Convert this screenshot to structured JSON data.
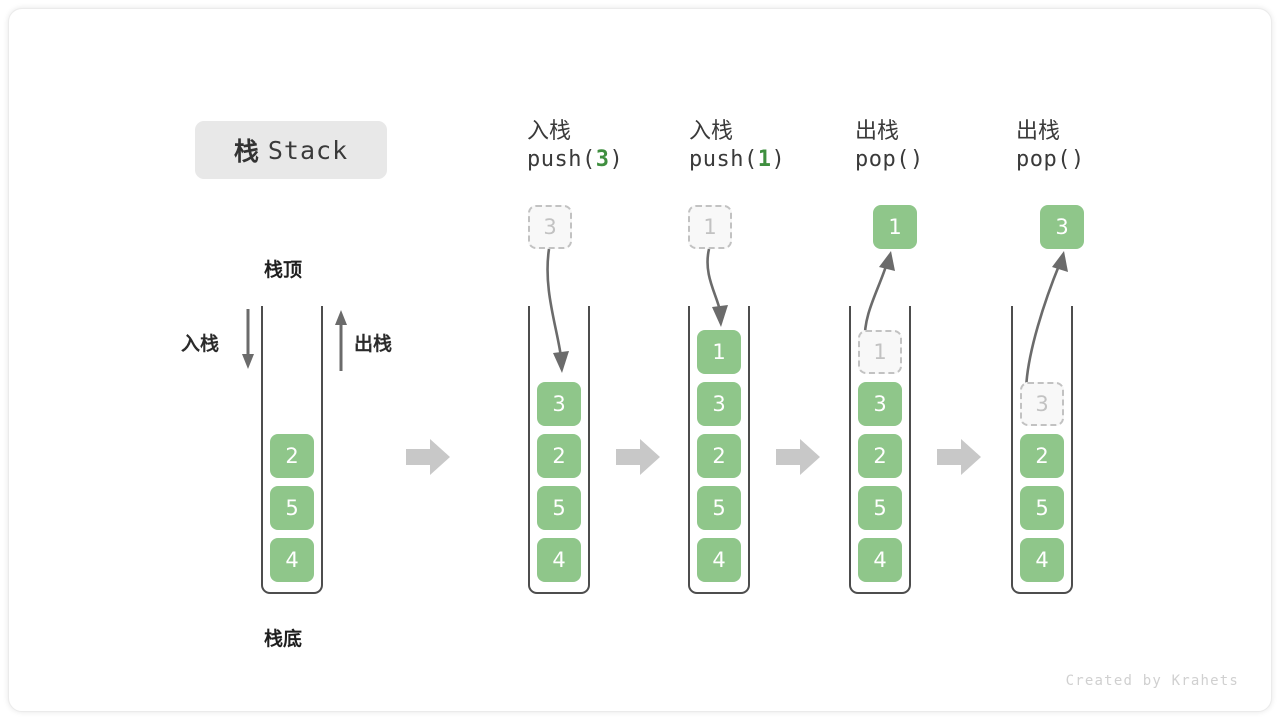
{
  "title": {
    "cn": "栈",
    "en": "Stack"
  },
  "labels": {
    "top": "栈顶",
    "bottom": "栈底",
    "push_side": "入栈",
    "pop_side": "出栈"
  },
  "colors": {
    "cell_fill": "#8fc68a",
    "cell_text": "#ffffff",
    "ghost_fill": "#f8f8f8",
    "ghost_border": "#c2c2c2",
    "ghost_text": "#c2c2c2",
    "container_border": "#4d4d4d",
    "step_arrow": "#c8c8c8",
    "curve_arrow": "#6b6b6b",
    "accent_arg": "#3f8f3f",
    "title_pill_bg": "#e8e8e8"
  },
  "columns": [
    {
      "id": "initial",
      "header_cn": "",
      "header_code": "",
      "header_arg": "",
      "stack": [
        "2",
        "5",
        "4"
      ],
      "ghost_in_stack": null,
      "floating": null
    },
    {
      "id": "push-3",
      "header_cn": "入栈",
      "header_code_prefix": "push(",
      "header_arg": "3",
      "header_code_suffix": ")",
      "stack": [
        "3",
        "2",
        "5",
        "4"
      ],
      "ghost_in_stack": null,
      "floating": {
        "value": "3",
        "style": "ghost"
      }
    },
    {
      "id": "push-1",
      "header_cn": "入栈",
      "header_code_prefix": "push(",
      "header_arg": "1",
      "header_code_suffix": ")",
      "stack": [
        "1",
        "3",
        "2",
        "5",
        "4"
      ],
      "ghost_in_stack": null,
      "floating": {
        "value": "1",
        "style": "ghost"
      }
    },
    {
      "id": "pop-1",
      "header_cn": "出栈",
      "header_code_prefix": "pop(",
      "header_arg": "",
      "header_code_suffix": ")",
      "stack": [
        "3",
        "2",
        "5",
        "4"
      ],
      "ghost_in_stack": "1",
      "floating": {
        "value": "1",
        "style": "filled"
      }
    },
    {
      "id": "pop-2",
      "header_cn": "出栈",
      "header_code_prefix": "pop(",
      "header_arg": "",
      "header_code_suffix": ")",
      "stack": [
        "2",
        "5",
        "4"
      ],
      "ghost_in_stack": "3",
      "floating": {
        "value": "3",
        "style": "filled"
      }
    }
  ],
  "watermark": "Created by Krahets"
}
